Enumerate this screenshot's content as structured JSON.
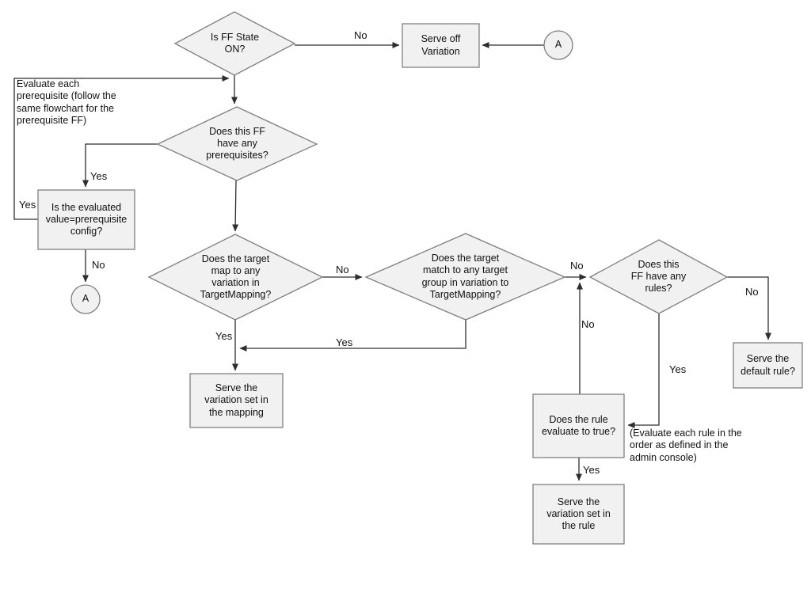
{
  "diagram": {
    "nodes": {
      "is_ff_state_on": {
        "label": "Is FF State\nON?"
      },
      "serve_off_variation": {
        "label": "Serve off\nVariation"
      },
      "connector_a_top": {
        "label": "A"
      },
      "has_prerequisites": {
        "label": "Does this FF\nhave any\nprerequisites?"
      },
      "evaluated_value": {
        "label": "Is the evaluated\nvalue=prerequisite\nconfig?"
      },
      "connector_a_left": {
        "label": "A"
      },
      "target_map": {
        "label": "Does the target\nmap to any\nvariation in\nTargetMapping?"
      },
      "target_match": {
        "label": "Does the target\nmatch to any target\ngroup in variation to\nTargetMapping?"
      },
      "has_rules": {
        "label": "Does this\nFF have any\nrules?"
      },
      "serve_mapping": {
        "label": "Serve the\nvariation set in\nthe mapping"
      },
      "rule_evaluate": {
        "label": "Does the rule\nevaluate to true?"
      },
      "serve_rule": {
        "label": "Serve the\nvariation set in\nthe rule"
      },
      "serve_default": {
        "label": "Serve the\ndefault rule?"
      }
    },
    "notes": {
      "prerequisite_note": "Evaluate each\nprerequisite (follow the\nsame flowchart for the\nprerequisite FF)",
      "rule_order_note": "(Evaluate each rule in the\norder as defined in the\nadmin console)"
    },
    "edge_labels": {
      "ff_off_no": "No",
      "prereq_yes": "Yes",
      "prereq_loop_yes": "Yes",
      "eval_no": "No",
      "map_no": "No",
      "map_yes": "Yes",
      "match_loop_yes": "Yes",
      "match_no": "No",
      "rule_back_no": "No",
      "rules_no": "No",
      "rules_yes": "Yes",
      "rule_true_yes": "Yes"
    },
    "colors": {
      "node_fill": "#f1f1f1",
      "node_border": "#7f7f7f",
      "line": "#2e2e2e"
    }
  }
}
